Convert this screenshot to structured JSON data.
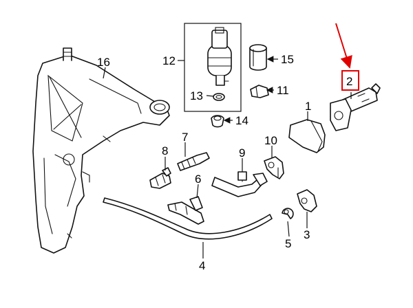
{
  "diagram": {
    "callouts": [
      {
        "id": "c1",
        "label": "1"
      },
      {
        "id": "c2",
        "label": "2"
      },
      {
        "id": "c3",
        "label": "3"
      },
      {
        "id": "c4",
        "label": "4"
      },
      {
        "id": "c5",
        "label": "5"
      },
      {
        "id": "c6",
        "label": "6"
      },
      {
        "id": "c7",
        "label": "7"
      },
      {
        "id": "c8",
        "label": "8"
      },
      {
        "id": "c9",
        "label": "9"
      },
      {
        "id": "c10",
        "label": "10"
      },
      {
        "id": "c11",
        "label": "11"
      },
      {
        "id": "c12",
        "label": "12"
      },
      {
        "id": "c13",
        "label": "13"
      },
      {
        "id": "c14",
        "label": "14"
      },
      {
        "id": "c15",
        "label": "15"
      },
      {
        "id": "c16",
        "label": "16"
      }
    ],
    "highlight": {
      "label": "2",
      "box_color": "#e00000",
      "arrow_color": "#e00000"
    },
    "line_color": "#111111"
  }
}
